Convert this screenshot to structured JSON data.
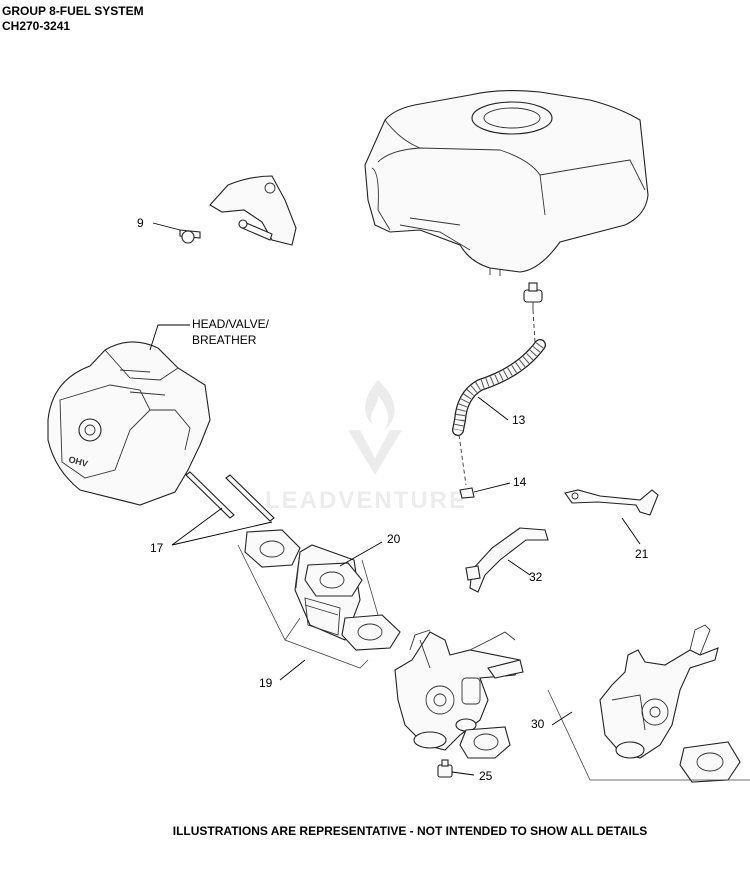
{
  "header": {
    "group_title": "GROUP 8-FUEL SYSTEM",
    "model_code": "CH270-3241"
  },
  "callouts": {
    "c9": "9",
    "head_valve_1": "HEAD/VALVE/",
    "head_valve_2": "BREATHER",
    "c13": "13",
    "c14": "14",
    "c17": "17",
    "c19": "19",
    "c20": "20",
    "c21": "21",
    "c25": "25",
    "c30": "30",
    "c32": "32"
  },
  "watermark": "LEADVENTURE",
  "footer_note": "ILLUSTRATIONS ARE REPRESENTATIVE - NOT INTENDED TO SHOW ALL DETAILS"
}
